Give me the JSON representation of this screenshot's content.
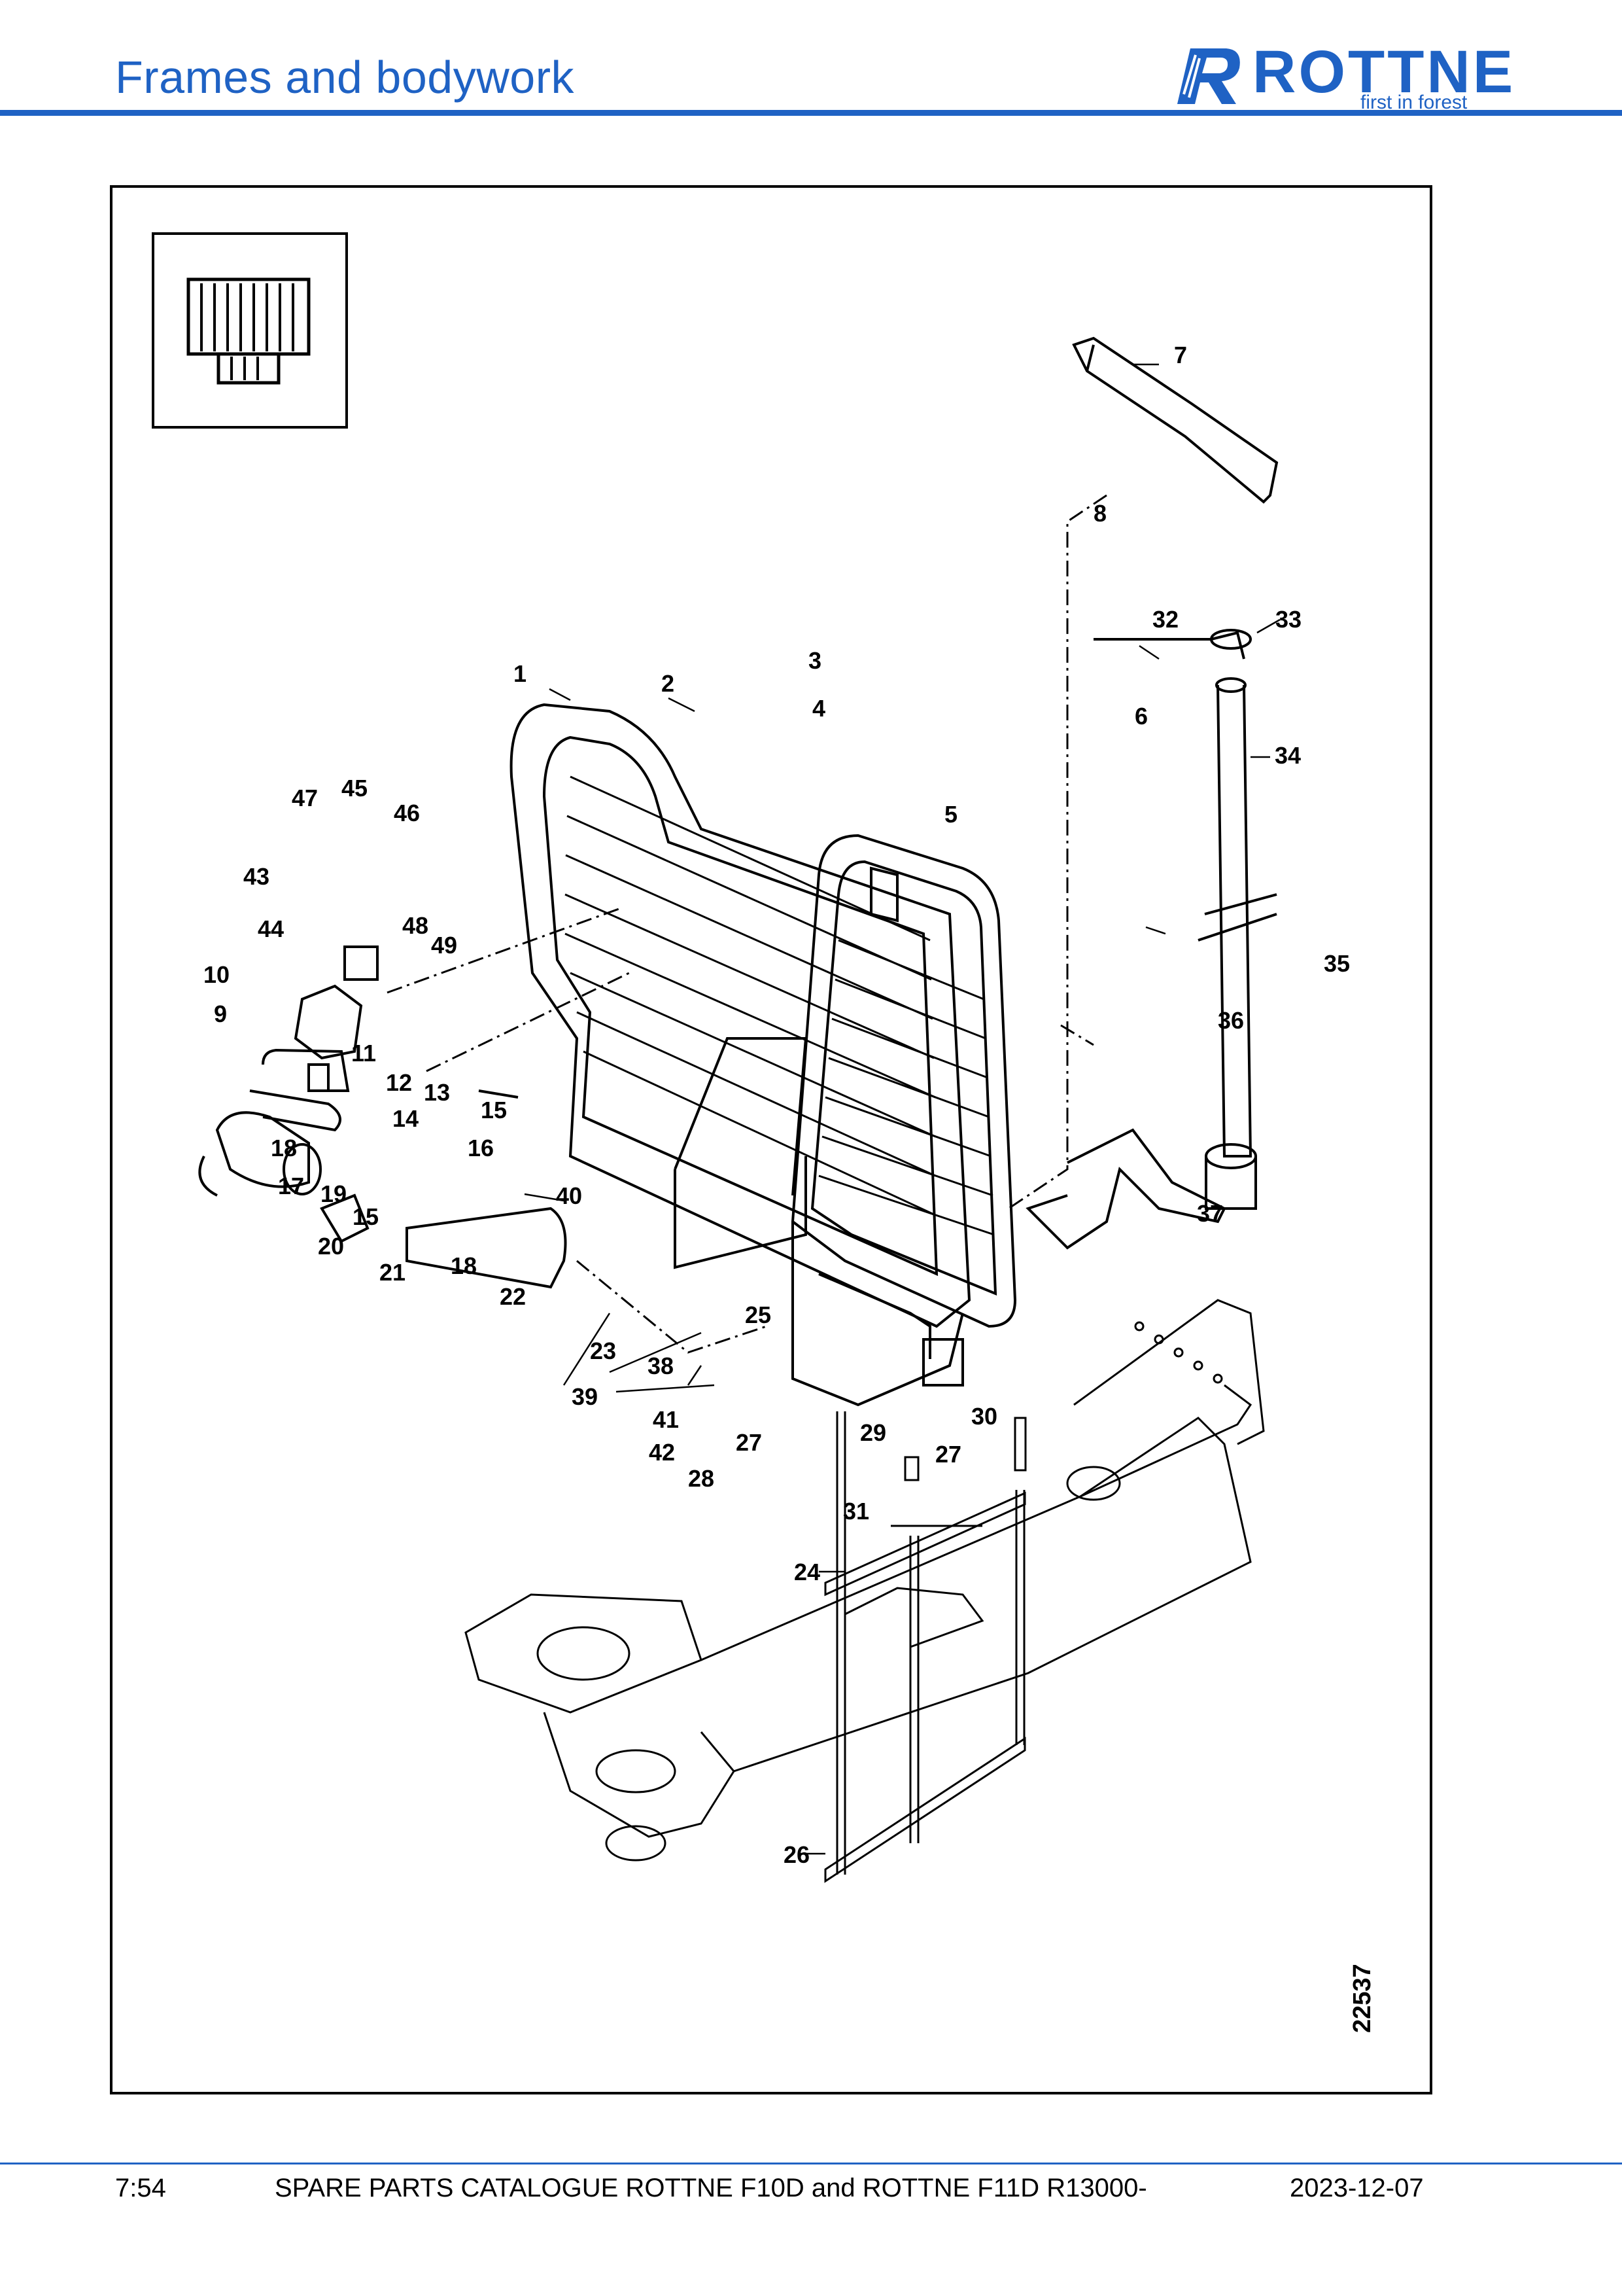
{
  "header": {
    "title": "Frames and bodywork"
  },
  "logo": {
    "name": "ROTTNE",
    "tagline": "first in forest",
    "color": "#1f62c4"
  },
  "diagram": {
    "drawing_number": "22537",
    "callouts": [
      "1",
      "2",
      "3",
      "4",
      "5",
      "6",
      "7",
      "8",
      "9",
      "10",
      "11",
      "12",
      "13",
      "14",
      "15",
      "15",
      "16",
      "17",
      "18",
      "18",
      "19",
      "20",
      "21",
      "22",
      "23",
      "24",
      "25",
      "26",
      "27",
      "27",
      "28",
      "29",
      "30",
      "31",
      "32",
      "33",
      "34",
      "35",
      "36",
      "37",
      "38",
      "39",
      "40",
      "41",
      "42",
      "43",
      "44",
      "45",
      "46",
      "47",
      "48",
      "49"
    ]
  },
  "footer": {
    "page": "7:54",
    "title": "SPARE PARTS CATALOGUE ROTTNE F10D and ROTTNE F11D R13000-",
    "date": "2023-12-07"
  }
}
